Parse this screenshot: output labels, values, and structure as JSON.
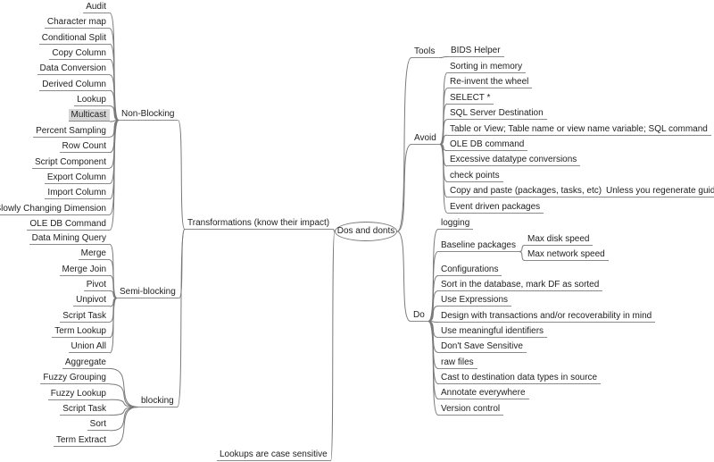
{
  "root": "Dos and donts",
  "transformations": {
    "label": "Transformations (know their impact)",
    "groups": [
      {
        "label": "Non-Blocking",
        "items": [
          "Audit",
          "Character map",
          "Conditional Split",
          "Copy Column",
          "Data Conversion",
          "Derived Column",
          "Lookup",
          "Multicast",
          "Percent Sampling",
          "Row Count",
          "Script Component",
          "Export Column",
          "Import Column",
          "Slowly Changing Dimension",
          "OLE DB Command"
        ],
        "highlighted": "Multicast"
      },
      {
        "label": "Semi-blocking",
        "items": [
          "Data Mining Query",
          "Merge",
          "Merge Join",
          "Pivot",
          "Unpivot",
          "Script Task",
          "Term Lookup",
          "Union All"
        ]
      },
      {
        "label": "blocking",
        "items": [
          "Aggregate",
          "Fuzzy Grouping",
          "Fuzzy Lookup",
          "Script Task",
          "Sort",
          "Term Extract"
        ]
      }
    ]
  },
  "lookups": "Lookups are case sensitive",
  "tools": {
    "label": "Tools",
    "items": [
      "BIDS Helper"
    ]
  },
  "avoid": {
    "label": "Avoid",
    "items": [
      "Sorting in memory",
      "Re-invent the wheel",
      "SELECT *",
      "SQL Server Destination",
      "Table or View; Table name or view name variable; SQL command",
      "OLE DB command",
      "Excessive datatype conversions",
      "check points",
      "Copy and paste (packages, tasks, etc)",
      "Event driven packages"
    ],
    "copy_note": "Unless you regenerate guids"
  },
  "do": {
    "label": "Do",
    "items": [
      "logging",
      "Baseline packages",
      "Configurations",
      "Sort in the database, mark DF as sorted",
      "Use Expressions",
      "Design with transactions and/or recoverability in mind",
      "Use meaningful identifiers",
      "Don't Save Sensitive",
      "raw files",
      "Cast to destination data types in source",
      "Annotate everywhere",
      "Version control"
    ],
    "baseline_children": [
      "Max disk speed",
      "Max network speed"
    ]
  },
  "colors": {
    "line": "#7a7a7a",
    "highlight": "#d6d6d6"
  }
}
